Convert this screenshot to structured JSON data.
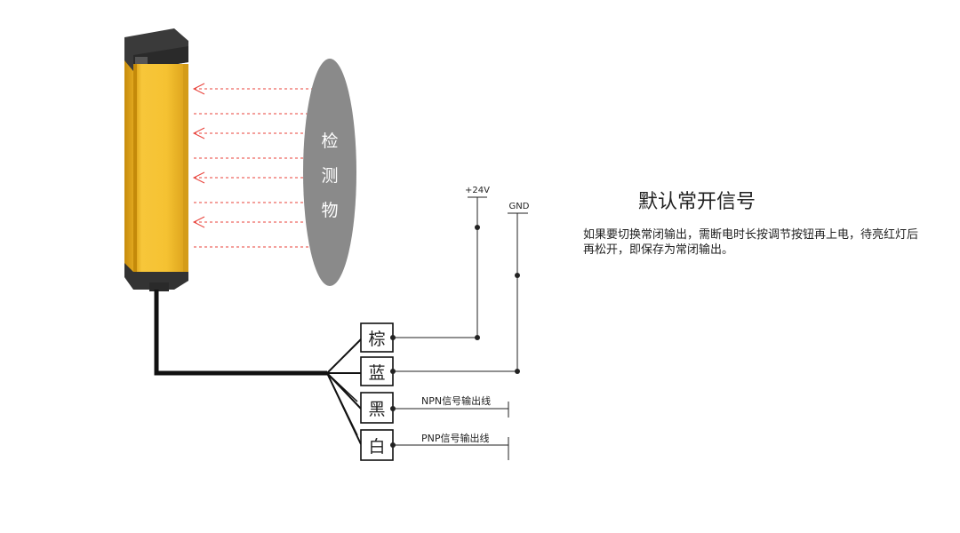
{
  "detected_object": {
    "label_chars": [
      "检",
      "测",
      "物"
    ]
  },
  "supply": {
    "positive": "+24V",
    "ground": "GND"
  },
  "terminals": [
    {
      "id": "brown",
      "label": "棕"
    },
    {
      "id": "blue",
      "label": "蓝"
    },
    {
      "id": "black",
      "label": "黑"
    },
    {
      "id": "white",
      "label": "白"
    }
  ],
  "outputs": {
    "npn": "NPN信号输出线",
    "pnp": "PNP信号输出线"
  },
  "info": {
    "title": "默认常开信号",
    "description": "如果要切换常闭输出，需断电时长按调节按钮再上电，待亮红灯后再松开，即保存为常闭输出。"
  },
  "colors": {
    "sensor_body": "#f5c232",
    "sensor_cap": "#3a3a3a",
    "beam": "#e8413a",
    "object": "#8a8a8a",
    "wire": "#111111"
  }
}
